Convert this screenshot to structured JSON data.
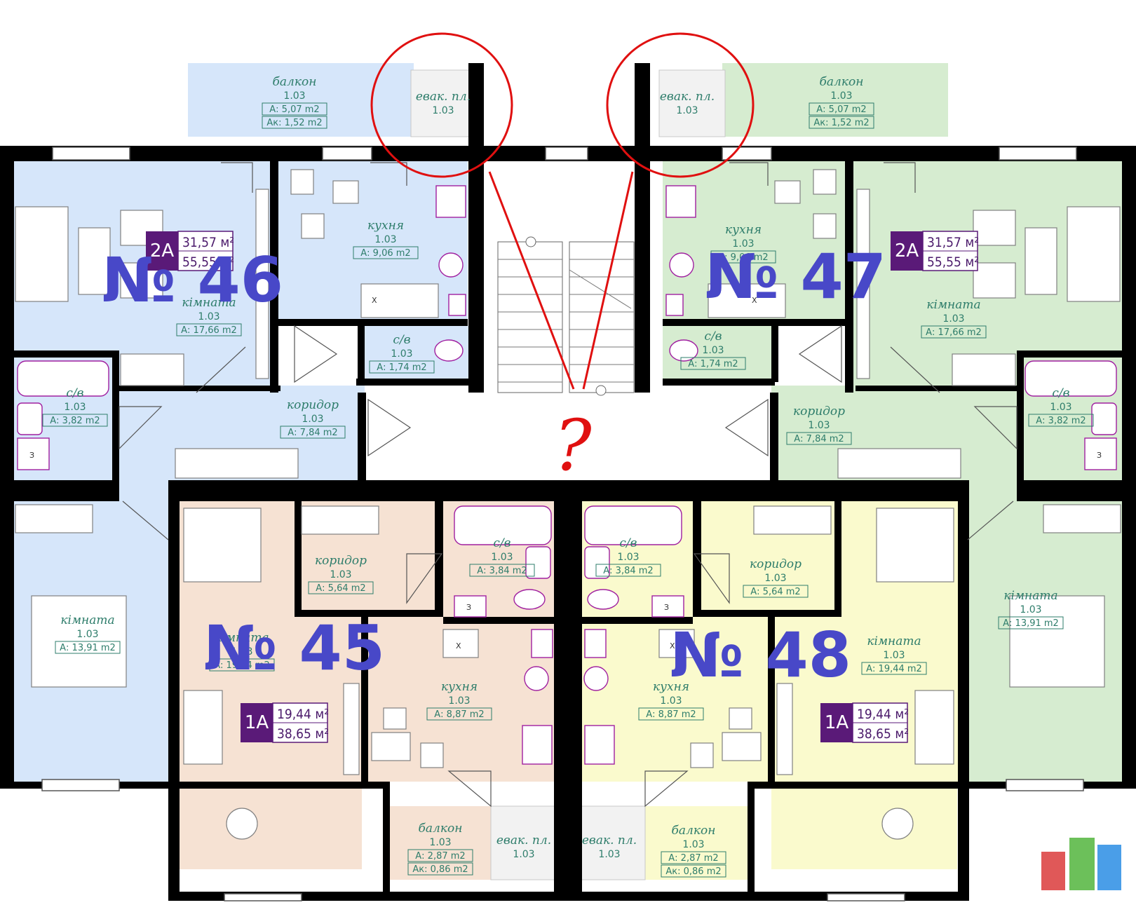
{
  "apartments": [
    {
      "id": "apt46",
      "number": "№ 46",
      "type": "2A",
      "living_area": "31,57 м²",
      "total_area": "55,55 м²",
      "color": "#d6e6fa"
    },
    {
      "id": "apt47",
      "number": "№ 47",
      "type": "2A",
      "living_area": "31,57 м²",
      "total_area": "55,55 м²",
      "color": "#d6ecd0"
    },
    {
      "id": "apt45",
      "number": "№ 45",
      "type": "1A",
      "living_area": "19,44 м²",
      "total_area": "38,65 м²",
      "color": "#f6e2d3"
    },
    {
      "id": "apt48",
      "number": "№ 48",
      "type": "1A",
      "living_area": "19,44 м²",
      "total_area": "38,65 м²",
      "color": "#fafacd"
    }
  ],
  "rooms": [
    {
      "id": "balc46",
      "name": "балкон",
      "code": "1.03",
      "area": "А: 5,07 m2",
      "area2": "Ак: 1,52 m2"
    },
    {
      "id": "evac46",
      "name": "евак. пл.",
      "code": "1.03"
    },
    {
      "id": "evac47",
      "name": "евак. пл.",
      "code": "1.03"
    },
    {
      "id": "balc47",
      "name": "балкон",
      "code": "1.03",
      "area": "А: 5,07 m2",
      "area2": "Ак: 1,52 m2"
    },
    {
      "id": "kitch46",
      "name": "кухня",
      "code": "1.03",
      "area": "А: 9,06 m2"
    },
    {
      "id": "room46",
      "name": "кімната",
      "code": "1.03",
      "area": "А: 17,66 m2"
    },
    {
      "id": "wc46",
      "name": "с/в",
      "code": "1.03",
      "area": "А: 1,74 m2"
    },
    {
      "id": "bath46",
      "name": "с/в",
      "code": "1.03",
      "area": "А: 3,82 m2"
    },
    {
      "id": "corr46",
      "name": "коридор",
      "code": "1.03",
      "area": "А: 7,84 m2"
    },
    {
      "id": "kitch47",
      "name": "кухня",
      "code": "1.03",
      "area": "А: 9,06 m2"
    },
    {
      "id": "wc47",
      "name": "с/в",
      "code": "1.03",
      "area": "А: 1,74 m2"
    },
    {
      "id": "room47",
      "name": "кімната",
      "code": "1.03",
      "area": "А: 17,66 m2"
    },
    {
      "id": "bath47",
      "name": "с/в",
      "code": "1.03",
      "area": "А: 3,82 m2"
    },
    {
      "id": "corr47",
      "name": "коридор",
      "code": "1.03",
      "area": "А: 7,84 m2"
    },
    {
      "id": "room46b",
      "name": "кімната",
      "code": "1.03",
      "area": "А: 13,91 m2"
    },
    {
      "id": "corr45",
      "name": "коридор",
      "code": "1.03",
      "area": "А: 5,64 m2"
    },
    {
      "id": "bath45",
      "name": "с/в",
      "code": "1.03",
      "area": "А: 3,84 m2"
    },
    {
      "id": "room45",
      "name": "кімната",
      "code": "1.03",
      "area": "А: 19,44 m2"
    },
    {
      "id": "kitch45",
      "name": "кухня",
      "code": "1.03",
      "area": "А: 8,87 m2"
    },
    {
      "id": "bath48",
      "name": "с/в",
      "code": "1.03",
      "area": "А: 3,84 m2"
    },
    {
      "id": "corr48",
      "name": "коридор",
      "code": "1.03",
      "area": "А: 5,64 m2"
    },
    {
      "id": "kitch48",
      "name": "кухня",
      "code": "1.03",
      "area": "А: 8,87 m2"
    },
    {
      "id": "room48",
      "name": "кімната",
      "code": "1.03",
      "area": "А: 19,44 m2"
    },
    {
      "id": "room47b",
      "name": "кімната",
      "code": "1.03",
      "area": "А: 13,91 m2"
    },
    {
      "id": "balc45",
      "name": "балкон",
      "code": "1.03",
      "area": "А: 2,87 m2",
      "area2": "Ак: 0,86 m2"
    },
    {
      "id": "evac45",
      "name": "евак. пл.",
      "code": "1.03"
    },
    {
      "id": "evac48",
      "name": "евак. пл.",
      "code": "1.03"
    },
    {
      "id": "balc48",
      "name": "балкон",
      "code": "1.03",
      "area": "А: 2,87 m2",
      "area2": "Ак: 0,86 m2"
    }
  ],
  "fixture_labels": {
    "washer": "З",
    "sink_x": "X"
  },
  "annotation": {
    "question_mark": "?",
    "color": "#e01010"
  }
}
